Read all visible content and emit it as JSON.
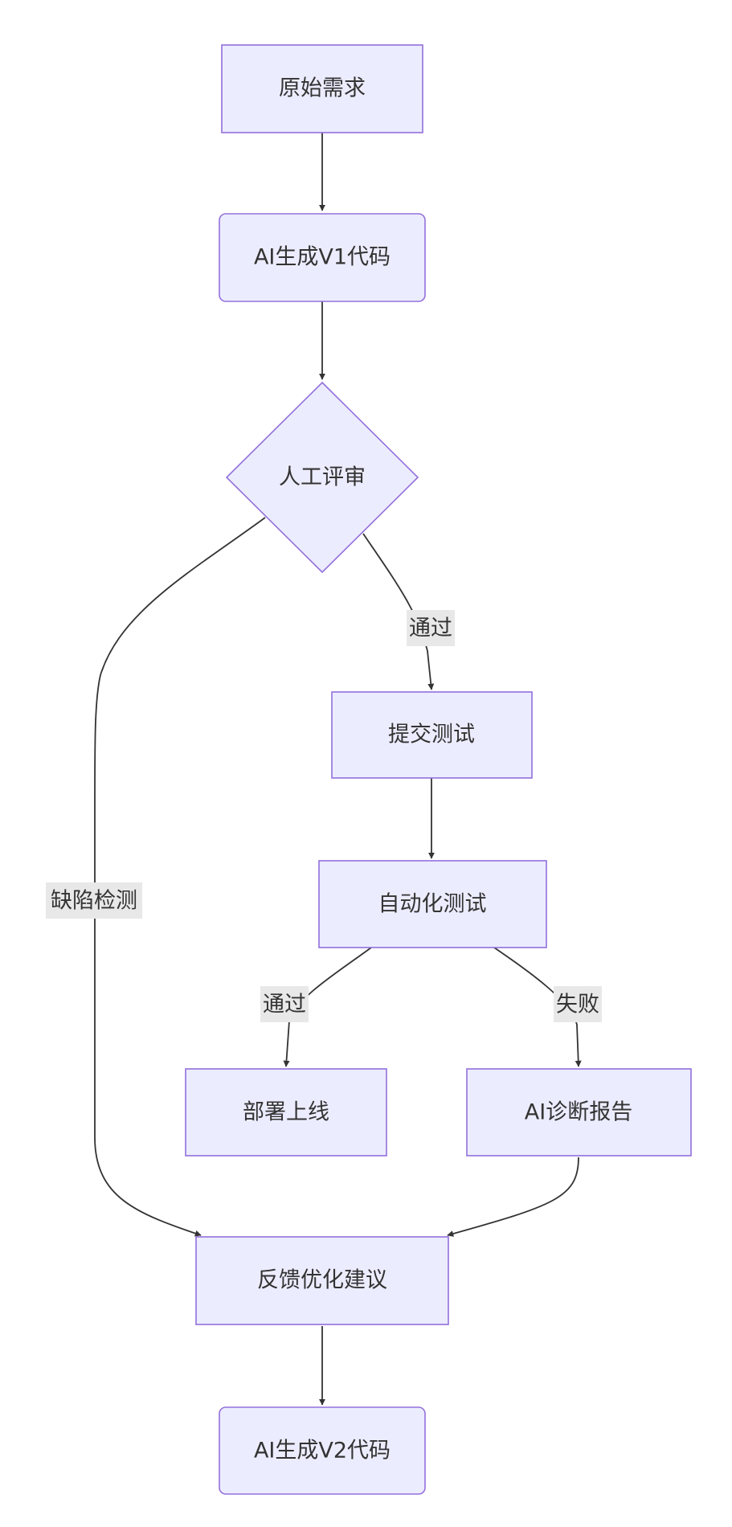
{
  "diagram": {
    "type": "flowchart",
    "nodes": {
      "req": "原始需求",
      "genV1": "AI生成V1代码",
      "review": "人工评审",
      "submitTest": "提交测试",
      "autoTest": "自动化测试",
      "deploy": "部署上线",
      "diagnose": "AI诊断报告",
      "feedback": "反馈优化建议",
      "genV2": "AI生成V2代码"
    },
    "edge_labels": {
      "review_pass": "通过",
      "defect": "缺陷检测",
      "test_pass": "通过",
      "test_fail": "失败"
    },
    "colors": {
      "node_fill": "#ECECFF",
      "node_stroke": "#9370DB",
      "edge": "#333333",
      "edge_label_bg": "#E8E8E8",
      "text": "#333333"
    }
  }
}
